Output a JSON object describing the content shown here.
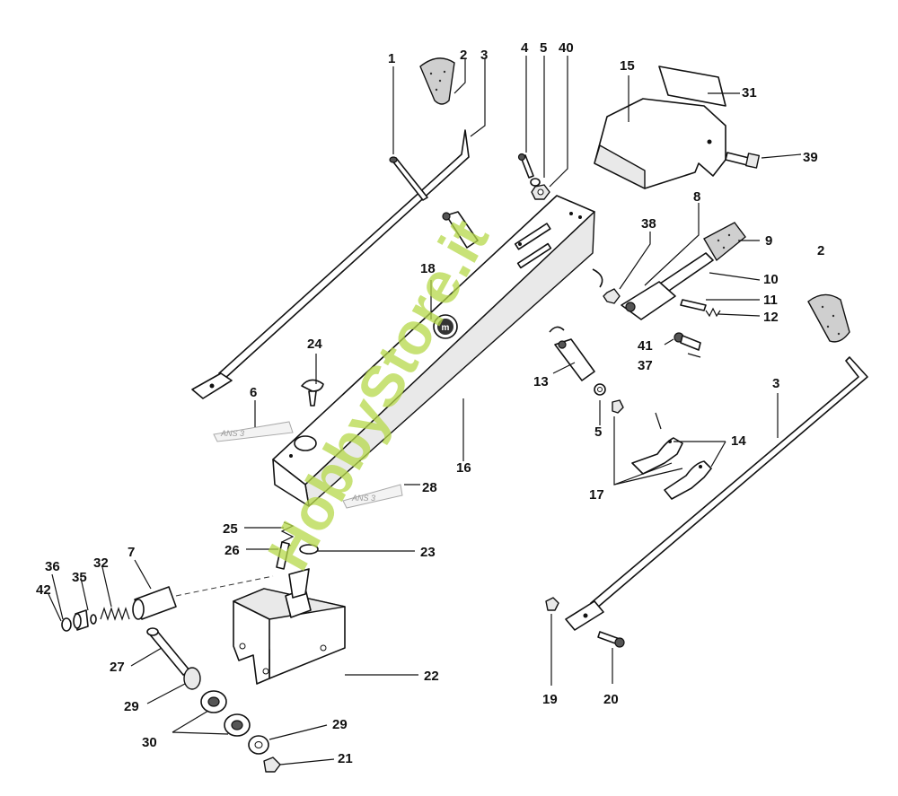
{
  "watermark": "HobbyStore.it",
  "sticker_text": "ANS 3",
  "part_numbers": {
    "p1": "1",
    "p2a": "2",
    "p2b": "2",
    "p3a": "3",
    "p3b": "3",
    "p4": "4",
    "p5a": "5",
    "p5b": "5",
    "p40": "40",
    "p15": "15",
    "p31": "31",
    "p39": "39",
    "p8": "8",
    "p38": "38",
    "p9": "9",
    "p10": "10",
    "p11": "11",
    "p12": "12",
    "p41": "41",
    "p37": "37",
    "p18": "18",
    "p24": "24",
    "p6": "6",
    "p13": "13",
    "p16": "16",
    "p14": "14",
    "p17": "17",
    "p28": "28",
    "p25": "25",
    "p26": "26",
    "p23": "23",
    "p36": "36",
    "p35": "35",
    "p32": "32",
    "p7": "7",
    "p42": "42",
    "p27": "27",
    "p22": "22",
    "p29a": "29",
    "p29b": "29",
    "p30": "30",
    "p21": "21",
    "p19": "19",
    "p20": "20"
  }
}
